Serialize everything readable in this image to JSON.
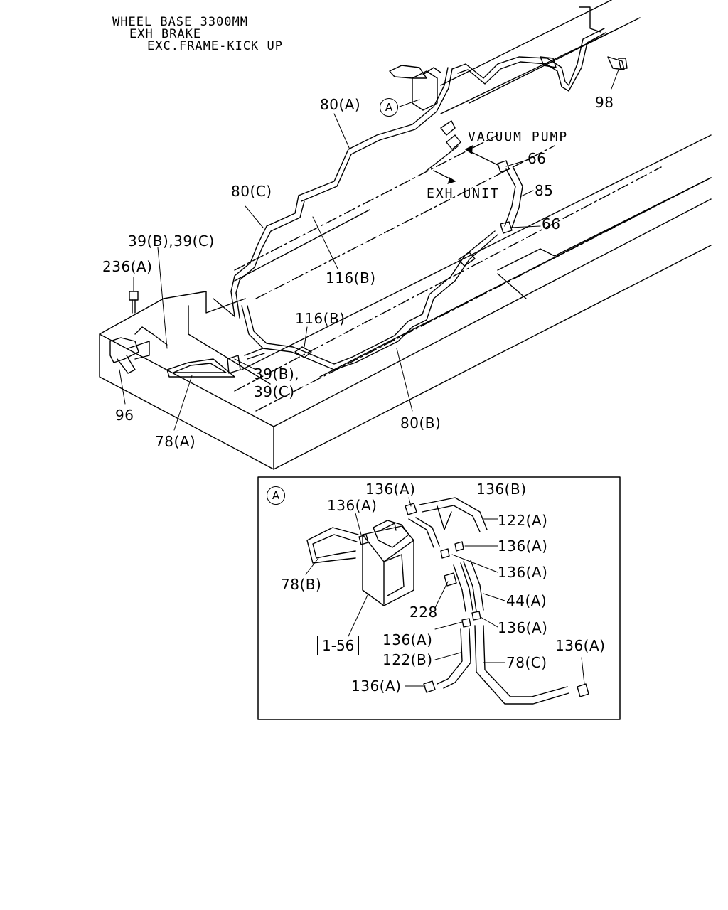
{
  "header": {
    "line1": "WHEEL BASE 3300MM",
    "line2": "EXH BRAKE",
    "line3": "EXC.FRAME-KICK UP"
  },
  "directions": {
    "vacuum_pump": "VACUUM PUMP",
    "exh_unit": "EXH UNIT"
  },
  "callouts_main": {
    "p98": "98",
    "p80a": "80(A)",
    "ref_a": "A",
    "p66_top": "66",
    "p85": "85",
    "p66_bottom": "66",
    "p80c": "80(C)",
    "p39bc_top": "39(B),39(C)",
    "p236a": "236(A)",
    "p116b_top": "116(B)",
    "p116b_lower": "116(B)",
    "p39b": "39(B),",
    "p39c": "39(C)",
    "p96": "96",
    "p78a": "78(A)",
    "p80b": "80(B)"
  },
  "detail": {
    "ref_a": "A",
    "p136a_1": "136(A)",
    "p136b": "136(B)",
    "p136a_2": "136(A)",
    "p122a": "122(A)",
    "p136a_3": "136(A)",
    "p136a_4": "136(A)",
    "p78b": "78(B)",
    "p44a": "44(A)",
    "p228": "228",
    "p136a_5": "136(A)",
    "p136a_6": "136(A)",
    "ref_1_56": "1-56",
    "p122b": "122(B)",
    "p78c": "78(C)",
    "p136a_7": "136(A)",
    "p136a_8": "136(A)"
  },
  "colors": {
    "ink": "#000000",
    "paper": "#ffffff"
  }
}
